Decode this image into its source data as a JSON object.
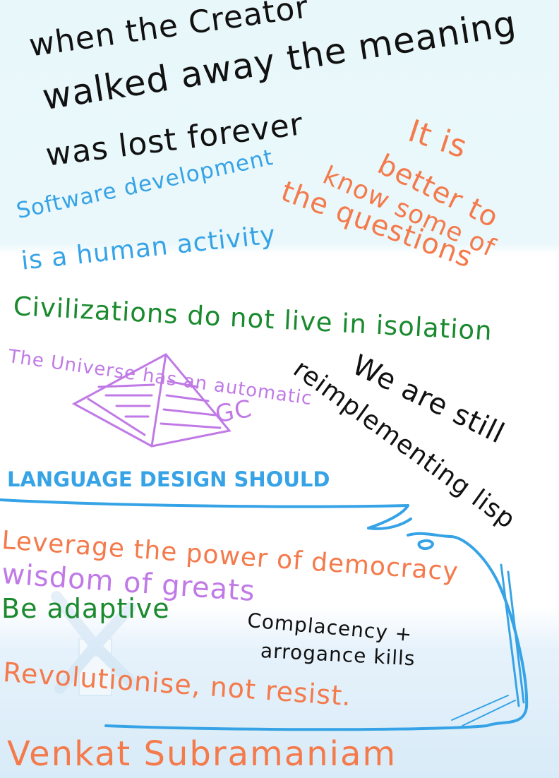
{
  "notes": {
    "creator_line1": "when the Creator",
    "creator_line2": "walked away the meaning",
    "creator_line3": "was lost forever",
    "better_line1": "It is",
    "better_line2": "better to",
    "better_line3": "know some of",
    "better_line4": "the questions",
    "software_line1": "Software development",
    "software_line2": "is a human activity",
    "civilizations": "Civilizations do not live in isolation",
    "universe": "The Universe has an automatic",
    "gc": "GC",
    "lisp_line1": "We are still",
    "lisp_line2": "reimplementing lisp",
    "language_design": "LANGUAGE DESIGN SHOULD",
    "leverage": "Leverage the power of democracy",
    "wisdom": "wisdom of greats",
    "adaptive": "Be adaptive",
    "complacency_line1": "Complacency +",
    "complacency_line2": "arrogance kills",
    "revolutionise": "Revolutionise, not resist.",
    "author": "Venkat Subramaniam"
  },
  "colors": {
    "black": "#111111",
    "orange": "#f47a4c",
    "blue": "#36a3e6",
    "green": "#1a8a2e",
    "purple": "#c07ae6",
    "sky": "#e8f7fa"
  },
  "icons": {
    "pyramid": "pyramid-sketch",
    "arrow": "curved-arrow",
    "windmill": "windmill-sketch"
  }
}
